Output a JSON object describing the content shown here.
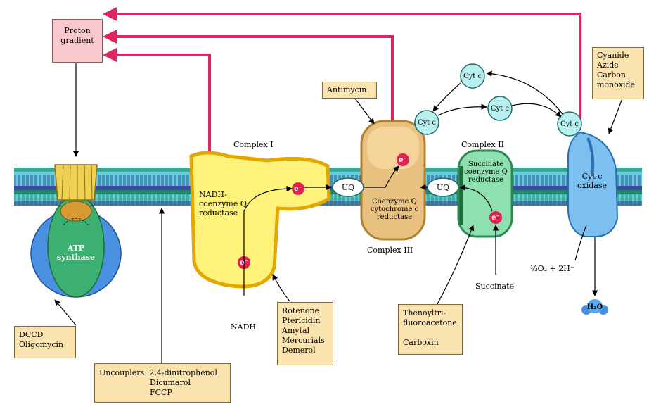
{
  "colors": {
    "membrane_green": "#1f8a6a",
    "membrane_blue": "#3a4aa0",
    "membrane_cyan": "#5fd0d8",
    "proton_arrow": "#e0245e",
    "box_fill": "#fbe3b0",
    "proton_box_fill": "#f7c9cc",
    "complex1": "#fff27a",
    "complex1_edge": "#e2a800",
    "complex3": "#e8c080",
    "complex2": "#8ee0b0",
    "oxidase": "#7cc0f0",
    "atp_green": "#3cb070",
    "atp_blue": "#4a90e0",
    "atp_yellow": "#f0d050",
    "electron": "#e02050",
    "cytc": "#b8f0f0"
  },
  "proton_gradient": {
    "line1": "Proton",
    "line2": "gradient"
  },
  "atp_synthase": {
    "line1": "ATP",
    "line2": "synthase"
  },
  "complex1": {
    "title": "Complex I",
    "line1": "NADH-",
    "line2": "coenzyme Q",
    "line3": "reductase"
  },
  "complex2": {
    "title": "Complex II",
    "line1": "Succinate",
    "line2": "coenzyme Q",
    "line3": "reductase"
  },
  "complex3": {
    "title": "Complex III",
    "line1": "Coenzyme Q",
    "line2": "cytochrome c",
    "line3": "reductase"
  },
  "oxidase": {
    "line1": "Cyt c",
    "line2": "oxidase"
  },
  "electron_label": "e⁻",
  "uq_label": "UQ",
  "cytc_label": "Cyt c",
  "nadh_label": "NADH",
  "succinate_label": "Succinate",
  "oxygen_reaction": "½O₂ + 2H⁺",
  "water_label": "H₂O",
  "inhibitors": {
    "dccd": [
      "DCCD",
      "Oligomycin"
    ],
    "uncouplers": [
      "Uncouplers: 2,4-dinitrophenol",
      "Dicumarol",
      "FCCP"
    ],
    "rotenone": [
      "Rotenone",
      "Ptericidin",
      "Amytal",
      "Mercurials",
      "Demerol"
    ],
    "antimycin": [
      "Antimycin"
    ],
    "thenoyl": [
      "Thenoyltri-",
      "fluoroacetone",
      "",
      "Carboxin"
    ],
    "cyanide": [
      "Cyanide",
      "Azide",
      "Carbon",
      "monoxide"
    ]
  }
}
